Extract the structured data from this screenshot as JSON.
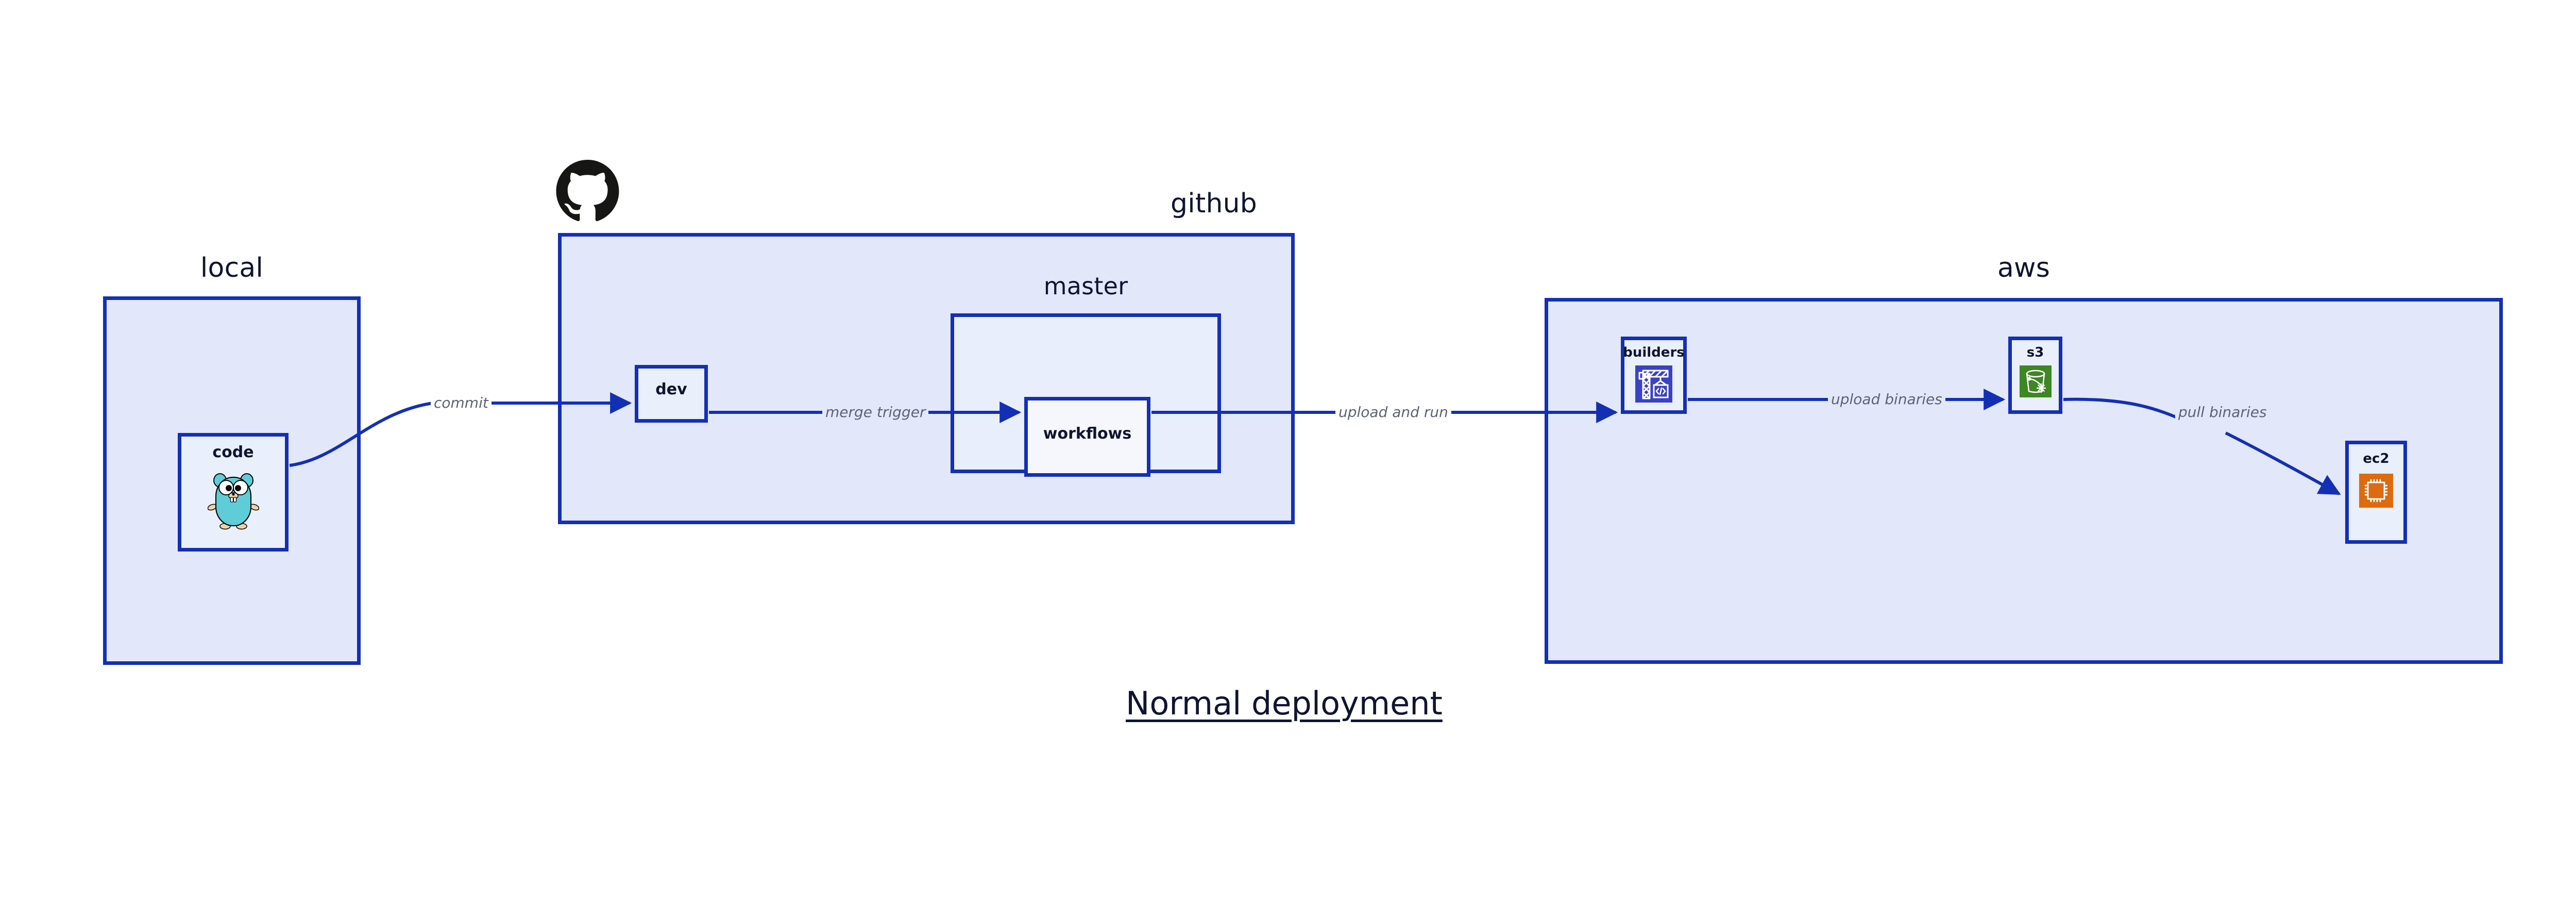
{
  "diagram": {
    "title": "Normal deployment",
    "colors": {
      "group_fill": "#e2e7fa",
      "nested_fill": "#e9eefc",
      "node_fill": "#eaeffc",
      "node_fill_white": "#f5f7fd",
      "stroke": "#1330b4",
      "text": "#0f1530",
      "edge_label": "#5c6473",
      "builders_icon": "#3a42c4",
      "s3_icon": "#3f8624",
      "ec2_icon": "#dd6b10",
      "gopher_body": "#5ecdd8",
      "github_mark": "#161614",
      "background": "#ffffff"
    }
  },
  "groups": [
    {
      "id": "local",
      "label": "local"
    },
    {
      "id": "github",
      "label": "github"
    },
    {
      "id": "master",
      "label": "master"
    },
    {
      "id": "aws",
      "label": "aws"
    }
  ],
  "nodes": [
    {
      "id": "code",
      "label": "code",
      "icon": "go-gopher-icon"
    },
    {
      "id": "dev",
      "label": "dev",
      "icon": "none"
    },
    {
      "id": "workflows",
      "label": "workflows",
      "icon": "none"
    },
    {
      "id": "builders",
      "label": "builders",
      "icon": "aws-builders-crane-icon"
    },
    {
      "id": "s3",
      "label": "s3",
      "icon": "aws-s3-bucket-icon"
    },
    {
      "id": "ec2",
      "label": "ec2",
      "icon": "aws-ec2-chip-icon"
    }
  ],
  "edges": [
    {
      "id": "code-to-dev",
      "label": "commit",
      "from": "code",
      "to": "dev"
    },
    {
      "id": "dev-to-workflows",
      "label": "merge trigger",
      "from": "dev",
      "to": "workflows"
    },
    {
      "id": "workflows-to-builders",
      "label": "upload and run",
      "from": "workflows",
      "to": "builders"
    },
    {
      "id": "builders-to-s3",
      "label": "upload binaries",
      "from": "builders",
      "to": "s3"
    },
    {
      "id": "s3-to-ec2",
      "label": "pull binaries",
      "from": "s3",
      "to": "ec2"
    }
  ],
  "icons": {
    "github_mark": "github-octocat-icon"
  }
}
